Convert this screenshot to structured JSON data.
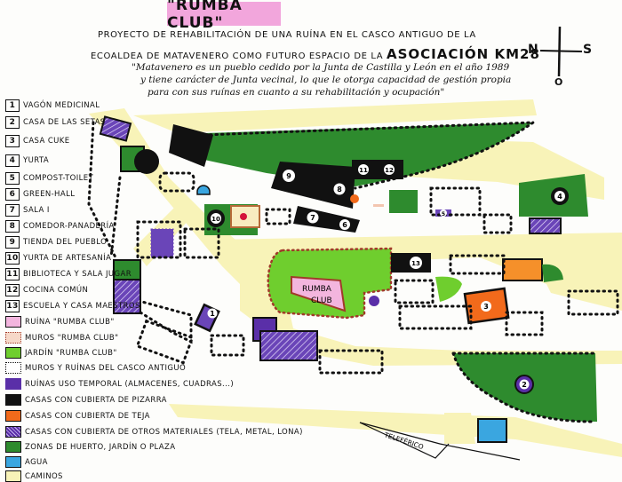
{
  "header": {
    "title": "\"RUMBA CLUB\"",
    "subtitle_line1": "Proyecto de rehabilitación de una ruína en el casco antiguo de la",
    "subtitle_line2_prefix": "ecoaldea de Matavenero como futuro espacio de la",
    "subtitle_line2_emph": "Asociación KM28",
    "quote_line1": "\"Matavenero es un pueblo cedido por la Junta de Castilla y León en el año 1989",
    "quote_line2": "y tiene carácter de Junta vecinal, lo que le otorga capacidad de gestión propia",
    "quote_line3": "para con sus ruínas en cuanto a su rehabilitación y ocupación\""
  },
  "compass": {
    "north": "N",
    "south": "S",
    "west": "O"
  },
  "legend": {
    "numbered": [
      {
        "num": "1",
        "label": "Vagón medicinal"
      },
      {
        "num": "2",
        "label": "Casa de las setas"
      },
      {
        "num": "3",
        "label": "Casa cuke"
      },
      {
        "num": "4",
        "label": "Yurta"
      },
      {
        "num": "5",
        "label": "Compost-toilet"
      },
      {
        "num": "6",
        "label": "Green-hall"
      },
      {
        "num": "7",
        "label": "Sala I"
      },
      {
        "num": "8",
        "label": "Comedor-panadería"
      },
      {
        "num": "9",
        "label": "Tienda del pueblo"
      },
      {
        "num": "10",
        "label": "Yurta de artesanía"
      },
      {
        "num": "11",
        "label": "Biblioteca y sala jugar"
      },
      {
        "num": "12",
        "label": "Cocina común"
      },
      {
        "num": "13",
        "label": "Escuela y casa maestros"
      }
    ],
    "swatches": [
      {
        "label": "Ruína \"Rumba Club\"",
        "color": "#f3b5de",
        "style": "solid"
      },
      {
        "label": "Muros \"Rumba Club\"",
        "color": "#f6d8c8",
        "style": "dotted-red"
      },
      {
        "label": "Jardín \"Rumba Club\"",
        "color": "#6fce2e",
        "style": "solid"
      },
      {
        "label": "Muros y ruínas del casco antiguo",
        "color": "#ffffff",
        "style": "dotted-black"
      },
      {
        "label": "Ruínas uso temporal (almacenes, cuadras...)",
        "color": "#5a2fa8",
        "style": "dotted-purple"
      },
      {
        "label": "Casas con cubierta de pizarra",
        "color": "#111111",
        "style": "solid"
      },
      {
        "label": "Casas con cubierta de teja",
        "color": "#f26a1b",
        "style": "solid"
      },
      {
        "label": "Casas con cubierta de otros materiales (tela, metal, lona)",
        "color": "#5a2fa8",
        "style": "hatched"
      },
      {
        "label": "Zonas de huerto, jardín o plaza",
        "color": "#2e8b2e",
        "style": "solid"
      },
      {
        "label": "Agua",
        "color": "#3aa6e0",
        "style": "solid"
      },
      {
        "label": "Caminos",
        "color": "#f8f3b8",
        "style": "solid"
      }
    ]
  },
  "map": {
    "rumba_label_1": "RUMBA",
    "rumba_label_2": "CLUB",
    "teleferico_label": "TELEFÉRICO",
    "building_numbers": [
      "1",
      "2",
      "3",
      "4",
      "5",
      "6",
      "7",
      "8",
      "9",
      "10",
      "11",
      "12",
      "13"
    ]
  },
  "colors": {
    "path": "#f8f3b8",
    "green": "#2e8b2e",
    "lime": "#6fce2e",
    "pink": "#f3b5de",
    "orange": "#f26a1b",
    "purple": "#5a2fa8",
    "water": "#3aa6e0"
  }
}
